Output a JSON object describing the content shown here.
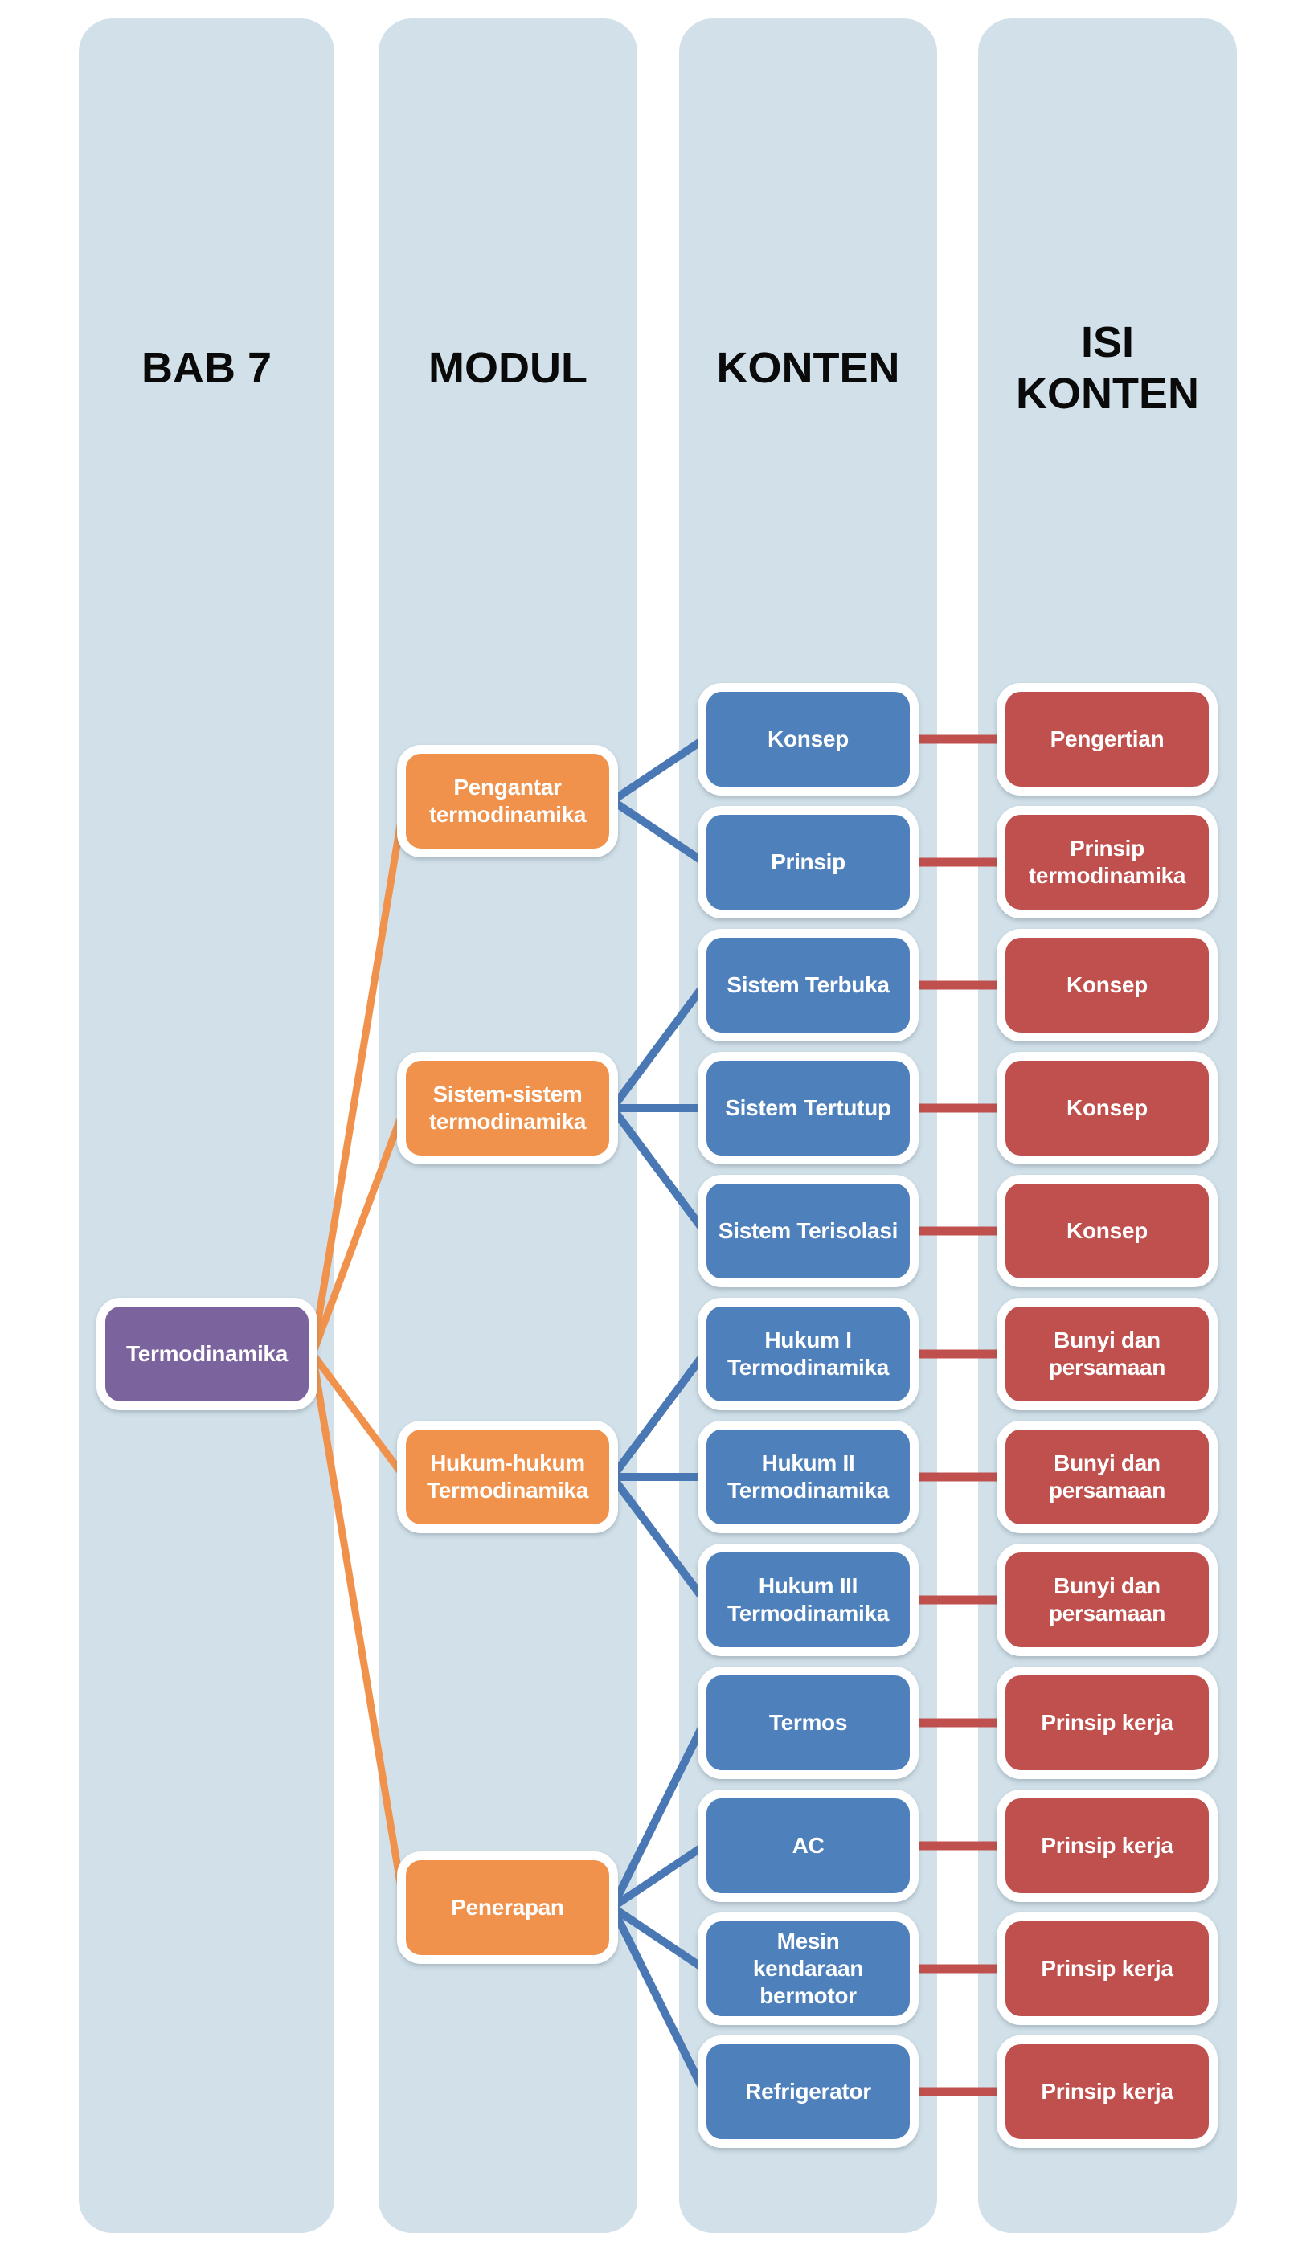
{
  "diagram": {
    "columns": [
      {
        "id": "bab7",
        "header": "BAB 7"
      },
      {
        "id": "modul",
        "header": "MODUL"
      },
      {
        "id": "konten",
        "header": "KONTEN"
      },
      {
        "id": "isi-konten",
        "header": "ISI\nKONTEN"
      }
    ],
    "root": {
      "id": "termodinamika",
      "label": "Termodinamika"
    },
    "modules": [
      {
        "id": "pengantar-termodinamika",
        "label": "Pengantar\ntermodinamika",
        "children": [
          {
            "konten": "Konsep",
            "isi": "Pengertian"
          },
          {
            "konten": "Prinsip",
            "isi": "Prinsip\ntermodinamika"
          }
        ]
      },
      {
        "id": "sistem-sistem-termodinamika",
        "label": "Sistem-sistem\ntermodinamika",
        "children": [
          {
            "konten": "Sistem Terbuka",
            "isi": "Konsep"
          },
          {
            "konten": "Sistem Tertutup",
            "isi": "Konsep"
          },
          {
            "konten": "Sistem Terisolasi",
            "isi": "Konsep"
          }
        ]
      },
      {
        "id": "hukum-hukum-termodinamika",
        "label": "Hukum-hukum\nTermodinamika",
        "children": [
          {
            "konten": "Hukum I\nTermodinamika",
            "isi": "Bunyi dan\npersamaan"
          },
          {
            "konten": "Hukum II\nTermodinamika",
            "isi": "Bunyi dan\npersamaan"
          },
          {
            "konten": "Hukum III\nTermodinamika",
            "isi": "Bunyi dan\npersamaan"
          }
        ]
      },
      {
        "id": "penerapan",
        "label": "Penerapan",
        "children": [
          {
            "konten": "Termos",
            "isi": "Prinsip kerja"
          },
          {
            "konten": "AC",
            "isi": "Prinsip kerja"
          },
          {
            "konten": "Mesin\nkendaraan\nbermotor",
            "isi": "Prinsip kerja"
          },
          {
            "konten": "Refrigerator",
            "isi": "Prinsip kerja"
          }
        ]
      }
    ],
    "colors": {
      "column_bg": "#D2E1E9",
      "root": "#7B649D",
      "module": "#F0924C",
      "konten": "#4E80BC",
      "isi": "#C0504D",
      "line_module": "#F0924C",
      "line_konten": "#4A78B4",
      "line_isi": "#C0504D",
      "header_text": "#0A0A0A",
      "node_text": "#FFFFFF"
    }
  }
}
